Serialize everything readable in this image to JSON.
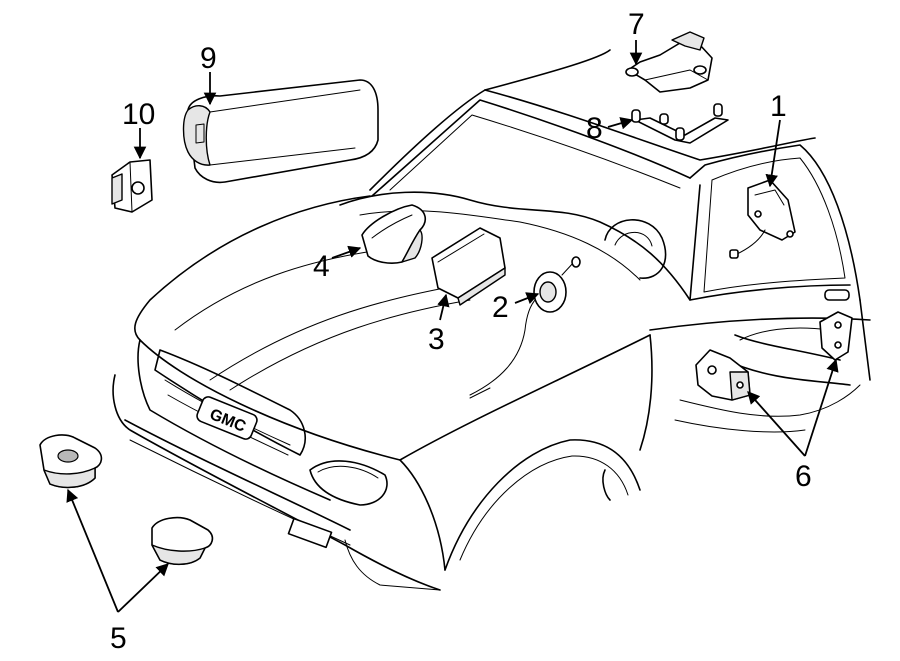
{
  "callouts": {
    "c1": "1",
    "c2": "2",
    "c3": "3",
    "c4": "4",
    "c5": "5",
    "c6": "6",
    "c7": "7",
    "c8": "8",
    "c9": "9",
    "c10": "10"
  },
  "grille_badge": "GMC"
}
